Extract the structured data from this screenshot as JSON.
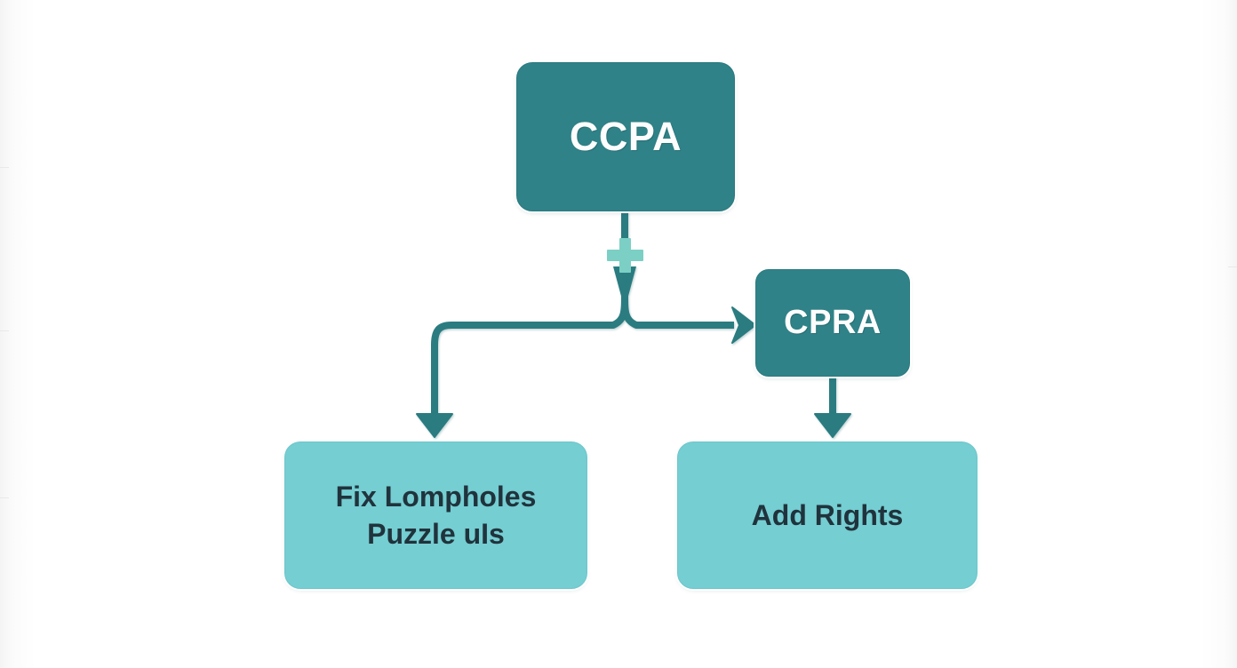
{
  "diagram": {
    "type": "flowchart",
    "orientation": "top-down",
    "background_color": "#ffffff",
    "nodes": [
      {
        "id": "ccpa",
        "label": "CCPA",
        "style": "dark",
        "fill_color": "#2f8287",
        "text_color": "#fdfdfd"
      },
      {
        "id": "cpra",
        "label": "CPRA",
        "style": "dark",
        "fill_color": "#2f8287",
        "text_color": "#fdfdfd"
      },
      {
        "id": "loopholes",
        "label": "Fix Lompholes\nPuzzle uIs",
        "style": "light",
        "fill_color": "#74ced2",
        "text_color": "#20333c"
      },
      {
        "id": "rights",
        "label": "Add Rights",
        "style": "light",
        "fill_color": "#74ced2",
        "text_color": "#20333c"
      }
    ],
    "edges": [
      {
        "from": "ccpa",
        "to": "loopholes",
        "label": "",
        "arrow": "arrow-down-icon"
      },
      {
        "from": "ccpa",
        "to": "cpra",
        "label": "",
        "arrow": "arrow-right-icon"
      },
      {
        "from": "cpra",
        "to": "rights",
        "label": "",
        "arrow": "arrow-down-icon"
      }
    ],
    "markers": [
      {
        "id": "junction-plus",
        "icon": "plus-marker-icon",
        "color": "#7ccfc4"
      }
    ],
    "connector_color": "#2b7b80"
  }
}
